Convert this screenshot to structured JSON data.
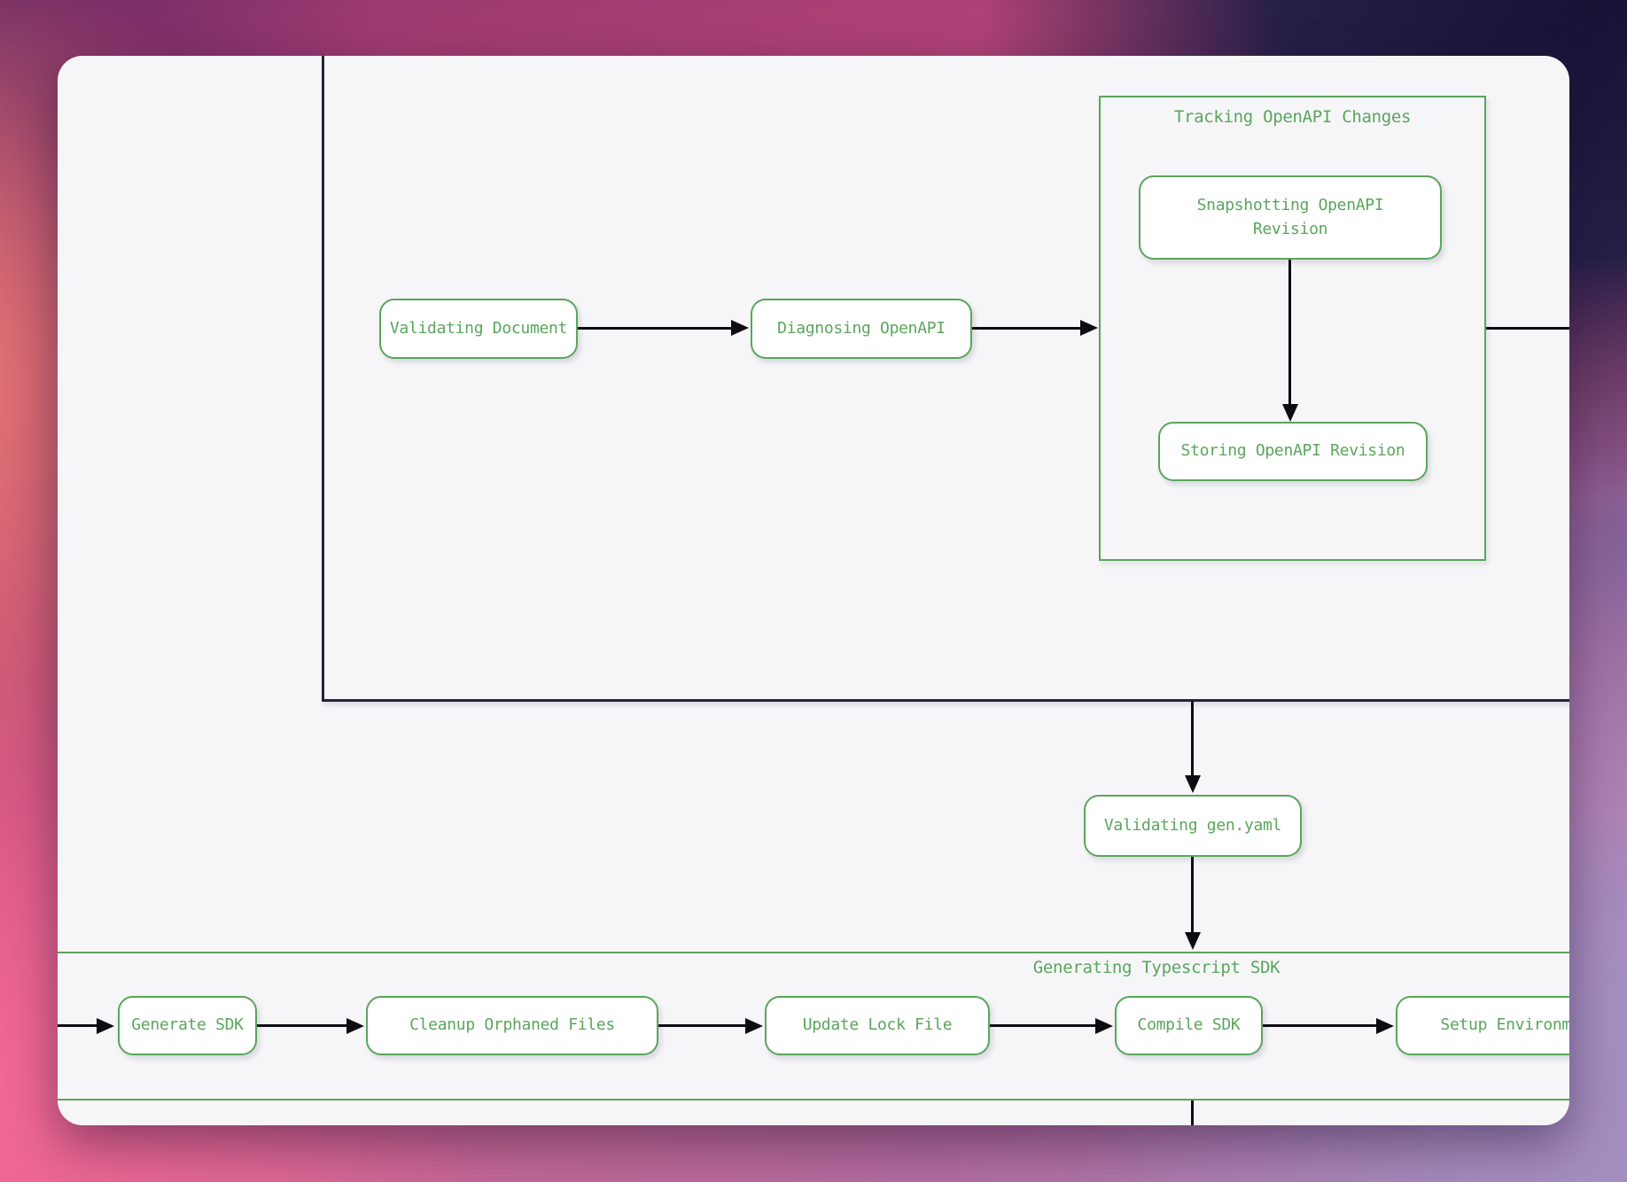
{
  "workflow": {
    "groups": {
      "tracking_openapi_changes": {
        "title": "Tracking OpenAPI Changes"
      },
      "generating_typescript_sdk": {
        "title": "Generating Typescript SDK"
      }
    },
    "steps": {
      "validating_document": {
        "label": "Validating Document"
      },
      "diagnosing_openapi": {
        "label": "Diagnosing OpenAPI"
      },
      "snapshotting_openapi_revision": {
        "label": "Snapshotting OpenAPI Revision"
      },
      "storing_openapi_revision": {
        "label": "Storing OpenAPI Revision"
      },
      "validating_gen_yaml": {
        "label": "Validating gen.yaml"
      },
      "generate_sdk": {
        "label": "Generate SDK"
      },
      "cleanup_orphaned_files": {
        "label": "Cleanup Orphaned Files"
      },
      "update_lock_file": {
        "label": "Update Lock File"
      },
      "compile_sdk": {
        "label": "Compile SDK"
      },
      "setup_environment": {
        "label": "Setup Environment"
      }
    },
    "colors": {
      "node_green": "#5aa55c",
      "edge_black": "#0c0c12",
      "group_outline_dark": "#25223c",
      "canvas_bg": "#f6f6f8"
    }
  }
}
